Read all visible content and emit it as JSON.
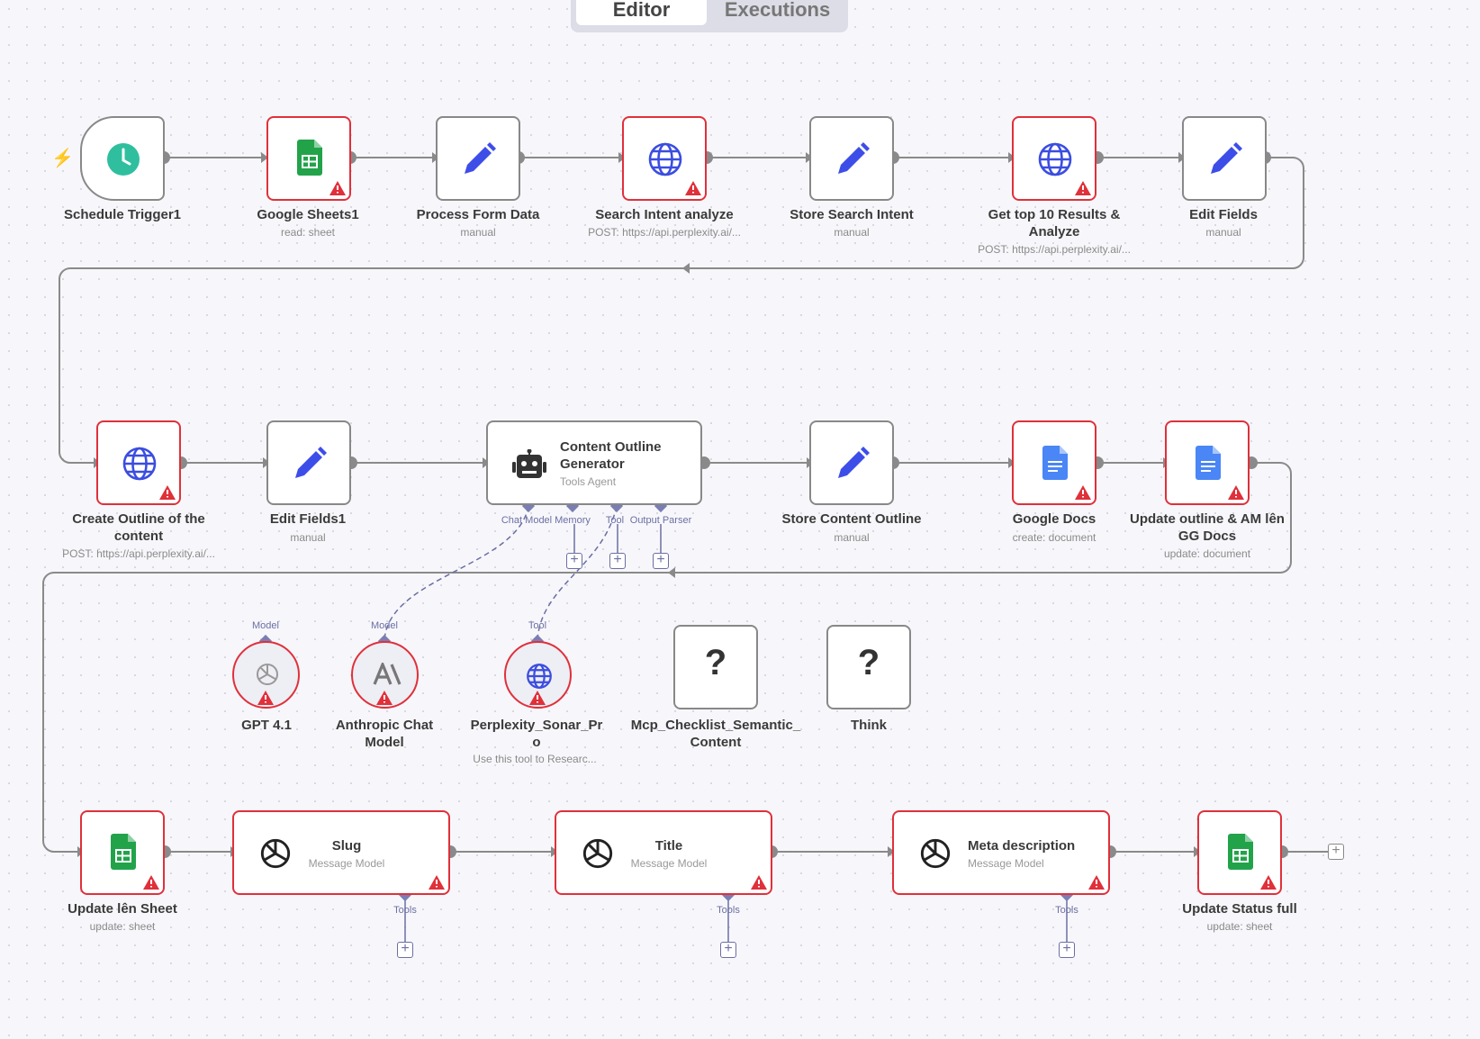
{
  "tabs": [
    "Editor",
    "Executions"
  ],
  "nodes": {
    "schedule": {
      "label": "Schedule Trigger1"
    },
    "sheets1": {
      "label": "Google Sheets1",
      "sub": "read: sheet"
    },
    "process": {
      "label": "Process Form Data",
      "sub": "manual"
    },
    "search": {
      "label": "Search Intent analyze",
      "sub": "POST: https://api.perplexity.ai/..."
    },
    "store_search": {
      "label": "Store Search Intent",
      "sub": "manual"
    },
    "top10": {
      "label": "Get top 10 Results &",
      "label2": "Analyze",
      "sub": "POST: https://api.perplexity.ai/..."
    },
    "edit": {
      "label": "Edit Fields",
      "sub": "manual"
    },
    "outline": {
      "label": "Create Outline of the",
      "label2": "content",
      "sub": "POST: https://api.perplexity.ai/..."
    },
    "edit1": {
      "label": "Edit Fields1",
      "sub": "manual"
    },
    "agent": {
      "label": "Content Outline",
      "label2": "Generator",
      "sub": "Tools Agent",
      "ports": [
        "Chat Model",
        "Memory",
        "Tool",
        "Output Parser"
      ]
    },
    "store_content": {
      "label": "Store Content Outline",
      "sub": "manual"
    },
    "gdocs": {
      "label": "Google Docs",
      "sub": "create: document"
    },
    "update_docs": {
      "label": "Update outline & AM lên",
      "label2": "GG Docs",
      "sub": "update: document"
    },
    "gpt": {
      "label": "GPT 4.1",
      "port": "Model"
    },
    "anthropic": {
      "label": "Anthropic Chat",
      "label2": "Model",
      "port": "Model"
    },
    "perplexity": {
      "label": "Perplexity_Sonar_Pr",
      "label2": "o",
      "sub": "Use this tool to Researc...",
      "port": "Tool"
    },
    "mcp": {
      "label": "Mcp_Checklist_Semantic_",
      "label2": "Content"
    },
    "think": {
      "label": "Think"
    },
    "update_sheet": {
      "label": "Update lên Sheet",
      "sub": "update: sheet"
    },
    "slug": {
      "label": "Slug",
      "sub": "Message Model",
      "port": "Tools"
    },
    "title": {
      "label": "Title",
      "sub": "Message Model",
      "port": "Tools"
    },
    "meta": {
      "label": "Meta description",
      "sub": "Message Model",
      "port": "Tools"
    },
    "status": {
      "label": "Update Status full",
      "sub": "update: sheet"
    }
  },
  "icons": {
    "question": "?",
    "plus": "+"
  },
  "colors": {
    "error": "#e0303a",
    "sheets": "#22a34a",
    "globe": "#3b4de0",
    "pencil": "#3d4ee8",
    "docs": "#4a86f5",
    "clock": "#2fbf9f",
    "port": "#6b6fa3",
    "wire": "#8a8a8a"
  }
}
